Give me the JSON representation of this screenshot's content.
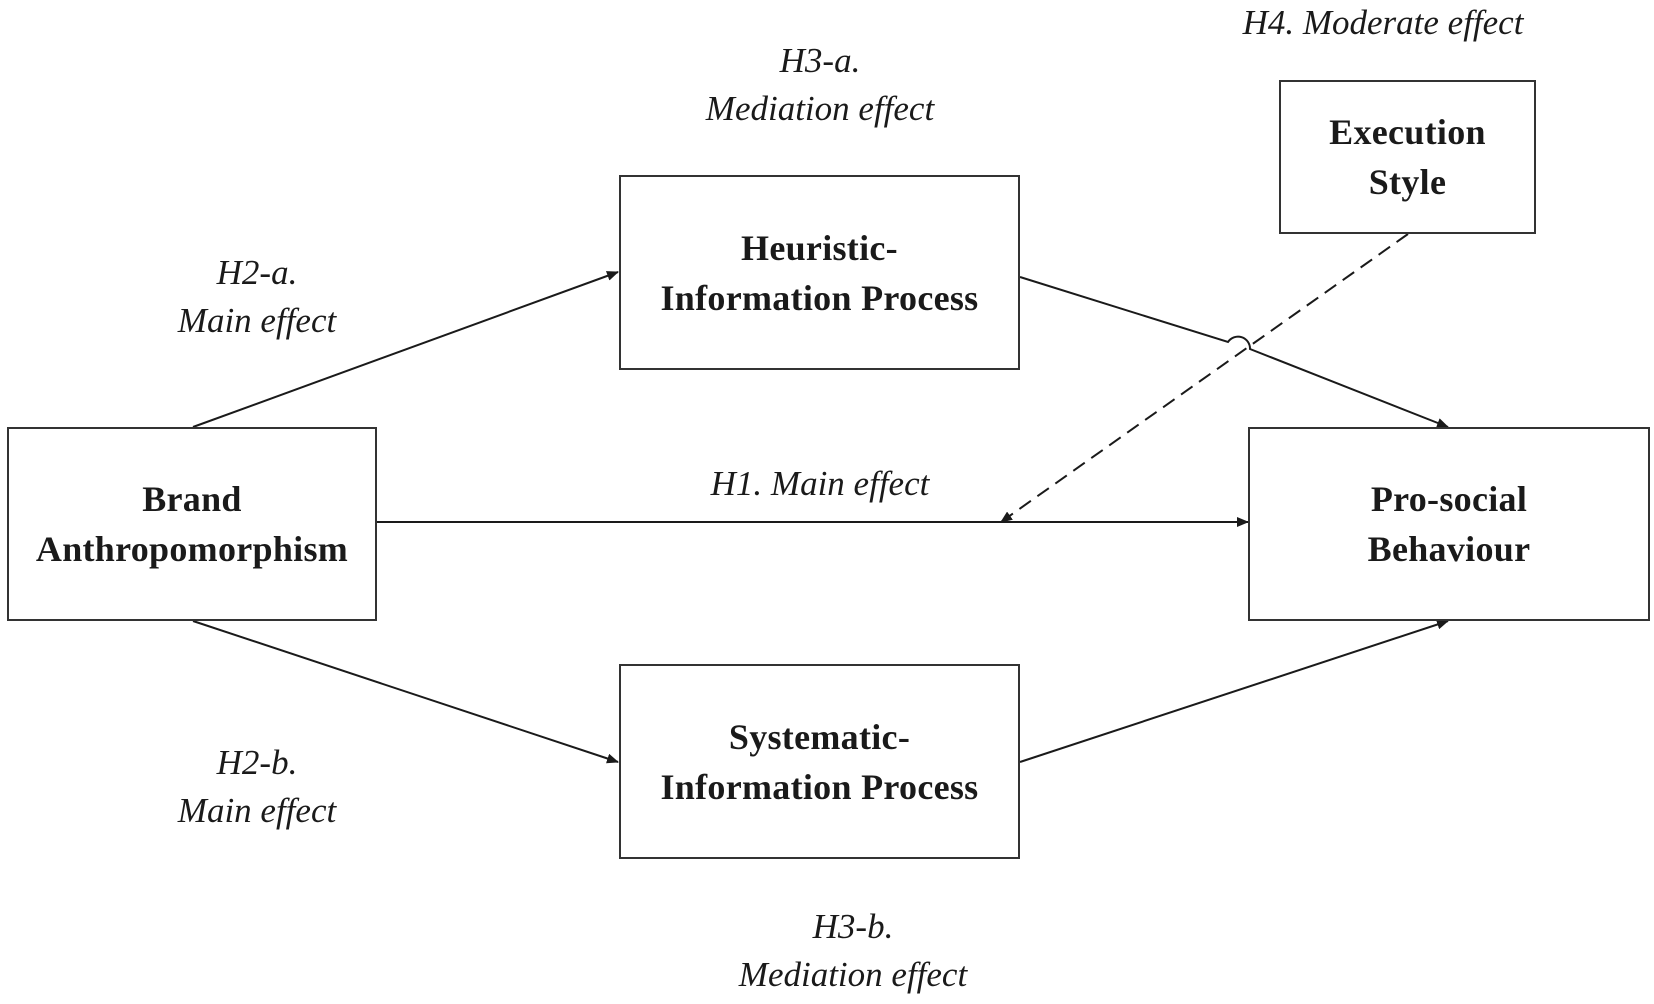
{
  "nodes": {
    "brand_anthropomorphism": [
      "Brand",
      "Anthropomorphism"
    ],
    "heuristic_process": [
      "Heuristic-",
      "Information Process"
    ],
    "systematic_process": [
      "Systematic-",
      "Information Process"
    ],
    "prosocial_behaviour": [
      "Pro-social",
      "Behaviour"
    ],
    "execution_style": [
      "Execution",
      "Style"
    ]
  },
  "hypotheses": {
    "h1": [
      "H1. Main effect"
    ],
    "h2a": [
      "H2-a.",
      "Main effect"
    ],
    "h2b": [
      "H2-b.",
      "Main effect"
    ],
    "h3a": [
      "H3-a.",
      "Mediation effect"
    ],
    "h3b": [
      "H3-b.",
      "Mediation effect"
    ],
    "h4": [
      "H4. Moderate effect"
    ]
  },
  "colors": {
    "line": "#1a1a1a",
    "box_border": "#333333",
    "text": "#1a1a1a"
  }
}
